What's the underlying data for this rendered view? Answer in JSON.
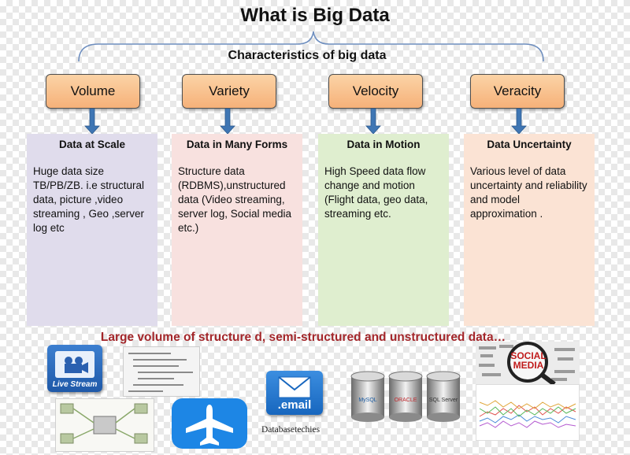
{
  "header": {
    "title": "What is Big Data",
    "subtitle": "Characteristics of big data"
  },
  "characteristics": [
    {
      "label": "Volume",
      "heading": "Data at Scale",
      "body": "Huge data size TB/PB/ZB.  i.e structural data, picture ,video  streaming , Geo ,server log etc",
      "color": "#e0dcec"
    },
    {
      "label": "Variety",
      "heading": "Data in Many Forms",
      "body": "Structure data (RDBMS),unstructured data (Video streaming, server log, Social media etc.)",
      "color": "#f8e1df"
    },
    {
      "label": "Velocity",
      "heading": "Data in Motion",
      "body": "High Speed data flow change and motion (Flight data, geo data, streaming etc.",
      "color": "#dfeecf"
    },
    {
      "label": "Veracity",
      "heading": "Data Uncertainty",
      "body": "Various level of data uncertainty  and reliability and model approximation .",
      "color": "#fbe3d4"
    }
  ],
  "footer": {
    "caption": "Large volume of structure d, semi-structured and unstructured data…",
    "credit": "Databasetechies"
  },
  "media": {
    "live_stream_label": "Live Stream",
    "email_label": ".email",
    "social_media_label": "SOCIAL MEDIA",
    "db_labels": [
      "MySQL",
      "ORACLE",
      "SQL Server"
    ]
  },
  "colors": {
    "box_orange": "#f6b179",
    "arrow_blue": "#3f76b4",
    "caption_red": "#a3262a",
    "bracket_blue": "#6f8fbf"
  }
}
